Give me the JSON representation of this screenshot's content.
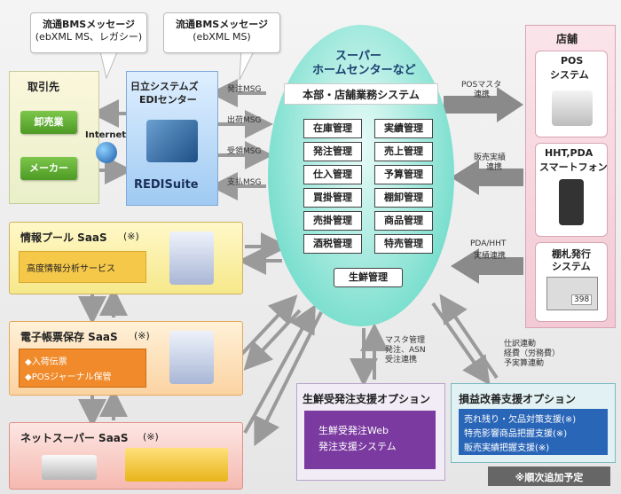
{
  "callouts": {
    "left": {
      "line1": "流通BMSメッセージ",
      "line2": "(ebXML MS、レガシー)"
    },
    "right": {
      "line1": "流通BMSメッセージ",
      "line2": "(ebXML MS)"
    }
  },
  "partners": {
    "title": "取引先",
    "wholesale": "卸売業",
    "maker": "メーカー",
    "internet": "Internet"
  },
  "edi_center": {
    "line1": "日立システムズ",
    "line2": "EDIセンター",
    "logo": "REDISuite"
  },
  "messages": [
    "発注MSG",
    "出荷MSG",
    "受領MSG",
    "支払MSG"
  ],
  "core": {
    "title_line1": "スーパー",
    "title_line2": "ホームセンターなど",
    "subtitle": "本部・店舗業務システム",
    "modules": [
      "在庫管理",
      "実績管理",
      "発注管理",
      "売上管理",
      "仕入管理",
      "予算管理",
      "買掛管理",
      "棚卸管理",
      "売掛管理",
      "商品管理",
      "酒税管理",
      "特売管理"
    ],
    "fresh": "生鮮管理"
  },
  "store": {
    "title": "店舗",
    "pos": {
      "line1": "POS",
      "line2": "システム"
    },
    "hht": {
      "line1": "HHT,PDA",
      "line2": "スマートフォン"
    },
    "tag": {
      "line1": "棚札発行",
      "line2": "システム",
      "price": "398"
    }
  },
  "links": {
    "pos": {
      "line1": "POSマスタ",
      "line2": "連携"
    },
    "sales": {
      "line1": "販売実績",
      "line2": "連携"
    },
    "pda": {
      "line1": "PDA/HHT",
      "line2": "実績連携"
    },
    "fresh": [
      "マスタ管理",
      "発注、ASN",
      "受注連携"
    ],
    "profit": [
      "仕訳連動",
      "経費（労務費）",
      "予実算連動"
    ]
  },
  "saas": {
    "info": {
      "title": "情報プール SaaS",
      "note": "(※)",
      "item": "高度情報分析サービス"
    },
    "ledger": {
      "title": "電子帳票保存 SaaS",
      "note": "(※)",
      "items": [
        "◆入荷伝票",
        "◆POSジャーナル保管"
      ]
    },
    "net": {
      "title": "ネットスーパー SaaS",
      "note": "(※)"
    }
  },
  "options": {
    "fresh": {
      "title": "生鮮受発注支援オプション",
      "lines": [
        "生鮮受発注Web",
        "発注支援システム"
      ]
    },
    "profit": {
      "title": "損益改善支援オプション",
      "lines": [
        "売れ残り・欠品対策支援(※)",
        "特売影響商品把握支援(※)",
        "販売実績把握支援(※)"
      ]
    }
  },
  "footnote": "※順次追加予定",
  "colors": {
    "green": "#5aa830",
    "teal": "#4fd6c0",
    "orange": "#f08a2a",
    "purple": "#7a3aa0",
    "blue": "#2a66b8",
    "pink": "#f2c9d4"
  }
}
